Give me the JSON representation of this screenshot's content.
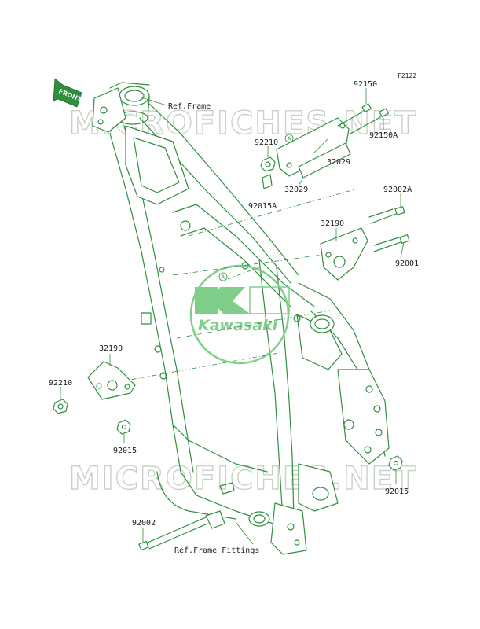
{
  "diagram_code": "F2122",
  "watermark_text": "MICROFICHES.NET",
  "logo_text": "Kawasaki",
  "front_label": "FRONT",
  "ref_marker": "A",
  "labels": {
    "ref_frame": "Ref.Frame",
    "ref_frame_fittings": "Ref.Frame Fittings",
    "p92150": "92150",
    "p92150A": "92150A",
    "p92210_top": "92210",
    "p32029_a": "32029",
    "p32029_b": "32029",
    "p92015A": "92015A",
    "p92002A": "92002A",
    "p32190_right": "32190",
    "p92001": "92001",
    "p32190_left": "32190",
    "p92210_left": "92210",
    "p92015_left": "92015",
    "p92015_right": "92015",
    "p92002": "92002"
  },
  "colors": {
    "line": "#2f8f3e",
    "logo": "#7fcf8a",
    "watermark": "#c9d2c9",
    "text": "#1a1a1a"
  }
}
